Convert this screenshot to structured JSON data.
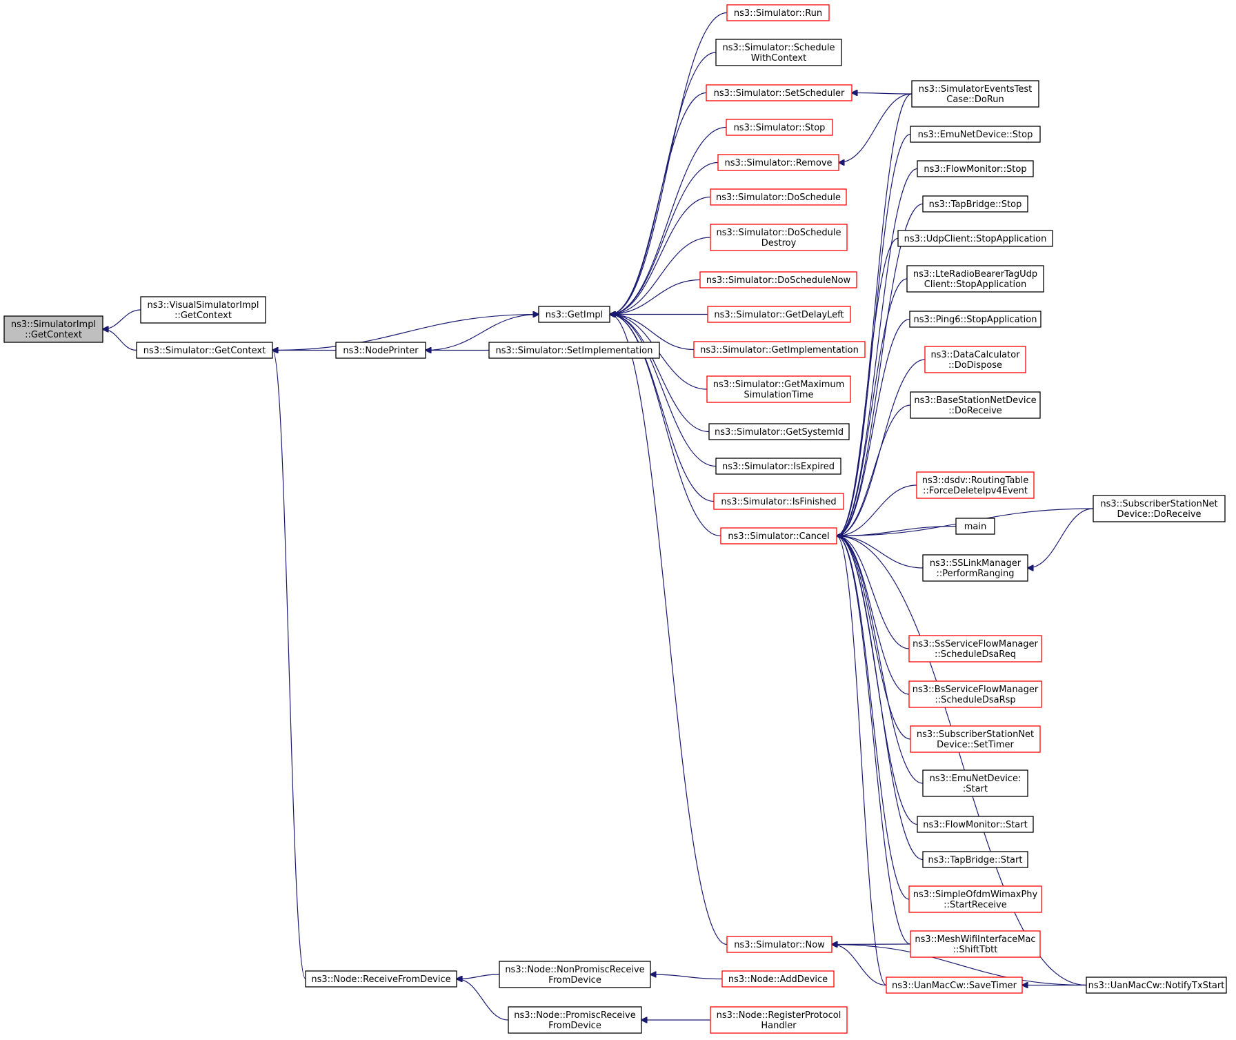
{
  "nodes": [
    {
      "id": "root",
      "lines": [
        "ns3::SimulatorImpl",
        "::GetContext"
      ],
      "style": "root"
    },
    {
      "id": "visual",
      "lines": [
        "ns3::VisualSimulatorImpl",
        "::GetContext"
      ],
      "style": "black"
    },
    {
      "id": "simctx",
      "lines": [
        "ns3::Simulator::GetContext"
      ],
      "style": "black"
    },
    {
      "id": "nodeprinter",
      "lines": [
        "ns3::NodePrinter"
      ],
      "style": "black"
    },
    {
      "id": "getimpl",
      "lines": [
        "ns3::GetImpl"
      ],
      "style": "black"
    },
    {
      "id": "setimpl",
      "lines": [
        "ns3::Simulator::SetImplementation"
      ],
      "style": "black"
    },
    {
      "id": "run",
      "lines": [
        "ns3::Simulator::Run"
      ],
      "style": "red"
    },
    {
      "id": "schedctx",
      "lines": [
        "ns3::Simulator::Schedule",
        "WithContext"
      ],
      "style": "black"
    },
    {
      "id": "setsched",
      "lines": [
        "ns3::Simulator::SetScheduler"
      ],
      "style": "red"
    },
    {
      "id": "stop",
      "lines": [
        "ns3::Simulator::Stop"
      ],
      "style": "red"
    },
    {
      "id": "remove",
      "lines": [
        "ns3::Simulator::Remove"
      ],
      "style": "red"
    },
    {
      "id": "dosched",
      "lines": [
        "ns3::Simulator::DoSchedule"
      ],
      "style": "red"
    },
    {
      "id": "doschedd",
      "lines": [
        "ns3::Simulator::DoSchedule",
        "Destroy"
      ],
      "style": "red"
    },
    {
      "id": "doschednow",
      "lines": [
        "ns3::Simulator::DoScheduleNow"
      ],
      "style": "red"
    },
    {
      "id": "delayleft",
      "lines": [
        "ns3::Simulator::GetDelayLeft"
      ],
      "style": "red"
    },
    {
      "id": "getimpln",
      "lines": [
        "ns3::Simulator::GetImplementation"
      ],
      "style": "red"
    },
    {
      "id": "maxsim",
      "lines": [
        "ns3::Simulator::GetMaximum",
        "SimulationTime"
      ],
      "style": "red"
    },
    {
      "id": "sysid",
      "lines": [
        "ns3::Simulator::GetSystemId"
      ],
      "style": "black"
    },
    {
      "id": "expired",
      "lines": [
        "ns3::Simulator::IsExpired"
      ],
      "style": "black"
    },
    {
      "id": "finished",
      "lines": [
        "ns3::Simulator::IsFinished"
      ],
      "style": "red"
    },
    {
      "id": "cancel",
      "lines": [
        "ns3::Simulator::Cancel"
      ],
      "style": "red"
    },
    {
      "id": "now",
      "lines": [
        "ns3::Simulator::Now"
      ],
      "style": "red"
    },
    {
      "id": "recv",
      "lines": [
        "ns3::Node::ReceiveFromDevice"
      ],
      "style": "black"
    },
    {
      "id": "nonprom",
      "lines": [
        "ns3::Node::NonPromiscReceive",
        "FromDevice"
      ],
      "style": "black"
    },
    {
      "id": "prom",
      "lines": [
        "ns3::Node::PromiscReceive",
        "FromDevice"
      ],
      "style": "black"
    },
    {
      "id": "adddev",
      "lines": [
        "ns3::Node::AddDevice"
      ],
      "style": "red"
    },
    {
      "id": "regproto",
      "lines": [
        "ns3::Node::RegisterProtocol",
        "Handler"
      ],
      "style": "red"
    },
    {
      "id": "evtest",
      "lines": [
        "ns3::SimulatorEventsTest",
        "Case::DoRun"
      ],
      "style": "black"
    },
    {
      "id": "emustop",
      "lines": [
        "ns3::EmuNetDevice::Stop"
      ],
      "style": "black"
    },
    {
      "id": "flowstop",
      "lines": [
        "ns3::FlowMonitor::Stop"
      ],
      "style": "black"
    },
    {
      "id": "tapstop",
      "lines": [
        "ns3::TapBridge::Stop"
      ],
      "style": "black"
    },
    {
      "id": "udpstop",
      "lines": [
        "ns3::UdpClient::StopApplication"
      ],
      "style": "black"
    },
    {
      "id": "ltestop",
      "lines": [
        "ns3::LteRadioBearerTagUdp",
        "Client::StopApplication"
      ],
      "style": "black"
    },
    {
      "id": "ping6",
      "lines": [
        "ns3::Ping6::StopApplication"
      ],
      "style": "black"
    },
    {
      "id": "datacalc",
      "lines": [
        "ns3::DataCalculator",
        "::DoDispose"
      ],
      "style": "red"
    },
    {
      "id": "bsrecv",
      "lines": [
        "ns3::BaseStationNetDevice",
        "::DoReceive"
      ],
      "style": "black"
    },
    {
      "id": "dsdv",
      "lines": [
        "ns3::dsdv::RoutingTable",
        "::ForceDeleteIpv4Event"
      ],
      "style": "red"
    },
    {
      "id": "mainfn",
      "lines": [
        "main"
      ],
      "style": "black"
    },
    {
      "id": "sslink",
      "lines": [
        "ns3::SSLinkManager",
        "::PerformRanging"
      ],
      "style": "black"
    },
    {
      "id": "ssrecv",
      "lines": [
        "ns3::SubscriberStationNet",
        "Device::DoReceive"
      ],
      "style": "black"
    },
    {
      "id": "ssdsa",
      "lines": [
        "ns3::SsServiceFlowManager",
        "::ScheduleDsaReq"
      ],
      "style": "red"
    },
    {
      "id": "bsdsa",
      "lines": [
        "ns3::BsServiceFlowManager",
        "::ScheduleDsaRsp"
      ],
      "style": "red"
    },
    {
      "id": "sstimer",
      "lines": [
        "ns3::SubscriberStationNet",
        "Device::SetTimer"
      ],
      "style": "red"
    },
    {
      "id": "emustart",
      "lines": [
        "ns3::EmuNetDevice:",
        ":Start"
      ],
      "style": "black"
    },
    {
      "id": "flowstart",
      "lines": [
        "ns3::FlowMonitor::Start"
      ],
      "style": "black"
    },
    {
      "id": "tapstart",
      "lines": [
        "ns3::TapBridge::Start"
      ],
      "style": "black"
    },
    {
      "id": "ofdm",
      "lines": [
        "ns3::SimpleOfdmWimaxPhy",
        "::StartReceive"
      ],
      "style": "red"
    },
    {
      "id": "mesh",
      "lines": [
        "ns3::MeshWifiInterfaceMac",
        "::ShiftTbtt"
      ],
      "style": "red"
    },
    {
      "id": "uansave",
      "lines": [
        "ns3::UanMacCw::SaveTimer"
      ],
      "style": "red"
    },
    {
      "id": "uannotify",
      "lines": [
        "ns3::UanMacCw::NotifyTxStart"
      ],
      "style": "black"
    }
  ],
  "edges": [
    [
      "visual",
      "root"
    ],
    [
      "simctx",
      "root"
    ],
    [
      "nodeprinter",
      "simctx"
    ],
    [
      "recv",
      "simctx"
    ],
    [
      "simctx",
      "getimpl"
    ],
    [
      "nodeprinter",
      "getimpl"
    ],
    [
      "setimpl",
      "nodeprinter"
    ],
    [
      "run",
      "getimpl"
    ],
    [
      "schedctx",
      "getimpl"
    ],
    [
      "setsched",
      "getimpl"
    ],
    [
      "stop",
      "getimpl"
    ],
    [
      "remove",
      "getimpl"
    ],
    [
      "dosched",
      "getimpl"
    ],
    [
      "doschedd",
      "getimpl"
    ],
    [
      "doschednow",
      "getimpl"
    ],
    [
      "delayleft",
      "getimpl"
    ],
    [
      "getimpln",
      "getimpl"
    ],
    [
      "maxsim",
      "getimpl"
    ],
    [
      "sysid",
      "getimpl"
    ],
    [
      "expired",
      "getimpl"
    ],
    [
      "finished",
      "getimpl"
    ],
    [
      "cancel",
      "getimpl"
    ],
    [
      "now",
      "getimpl"
    ],
    [
      "nonprom",
      "recv"
    ],
    [
      "prom",
      "recv"
    ],
    [
      "adddev",
      "nonprom"
    ],
    [
      "regproto",
      "prom"
    ],
    [
      "evtest",
      "setsched"
    ],
    [
      "evtest",
      "remove"
    ],
    [
      "evtest",
      "cancel"
    ],
    [
      "emustop",
      "cancel"
    ],
    [
      "flowstop",
      "cancel"
    ],
    [
      "tapstop",
      "cancel"
    ],
    [
      "udpstop",
      "cancel"
    ],
    [
      "ltestop",
      "cancel"
    ],
    [
      "ping6",
      "cancel"
    ],
    [
      "datacalc",
      "cancel"
    ],
    [
      "bsrecv",
      "cancel"
    ],
    [
      "dsdv",
      "cancel"
    ],
    [
      "mainfn",
      "cancel"
    ],
    [
      "sslink",
      "cancel"
    ],
    [
      "ssrecv",
      "cancel"
    ],
    [
      "uannotify",
      "cancel"
    ],
    [
      "ssdsa",
      "cancel"
    ],
    [
      "bsdsa",
      "cancel"
    ],
    [
      "sstimer",
      "cancel"
    ],
    [
      "emustart",
      "cancel"
    ],
    [
      "flowstart",
      "cancel"
    ],
    [
      "tapstart",
      "cancel"
    ],
    [
      "ofdm",
      "cancel"
    ],
    [
      "mesh",
      "cancel"
    ],
    [
      "uansave",
      "cancel"
    ],
    [
      "ssrecv",
      "sslink"
    ],
    [
      "mesh",
      "now"
    ],
    [
      "uansave",
      "now"
    ],
    [
      "uannotify",
      "now"
    ],
    [
      "uannotify",
      "uansave"
    ]
  ]
}
